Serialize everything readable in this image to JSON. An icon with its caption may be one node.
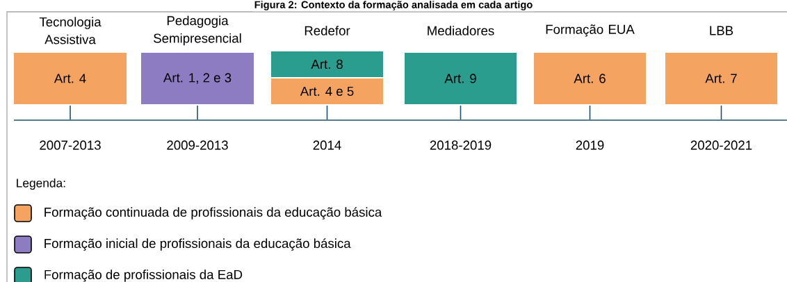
{
  "diagram": {
    "title": "Figura 2: Contexto da formação analisada em cada artigo",
    "nodes": [
      {
        "text": [
          "Tecnologia Assistiva",
          "Art. 4"
        ],
        "beside": [
          "2007-2013"
        ]
      },
      {
        "text": [
          "Pedagogia Semipresencial",
          "Art. 1, 2 e 3"
        ],
        "beside": [
          "2009-2013"
        ]
      },
      {
        "text": [
          "Redefor",
          "Art. 8"
        ]
      },
      {
        "text": [
          "Art. 4 e 5"
        ],
        "beside": [
          "2014"
        ]
      },
      {
        "text": [
          "Mediadores",
          "Art. 9"
        ],
        "beside": [
          "2018-2019"
        ]
      },
      {
        "text": [
          "Formação EUA",
          "Art. 6"
        ],
        "beside": [
          "2019"
        ]
      },
      {
        "text": [
          "LBB",
          "Art. 7"
        ],
        "beside": [
          "2020-2021"
        ]
      }
    ],
    "labels": [
      "Legenda:"
    ],
    "legend": [
      {
        "text": "Formação continuada de profissionais da educação básica",
        "color": "#f4a460"
      },
      {
        "text": "Formação inicial de profissionais da educação básica",
        "color": "#8e7cc3"
      },
      {
        "text": "Formação de profissionais da EaD",
        "color": "#2a9d8f"
      }
    ]
  }
}
